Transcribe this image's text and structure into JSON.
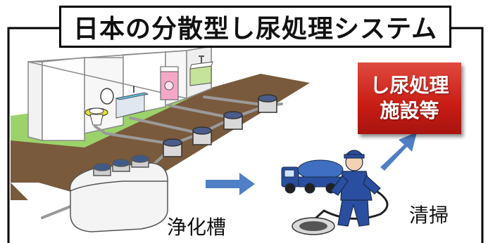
{
  "title": "日本の分散型し尿処理システム",
  "facility": {
    "line1": "し尿処理",
    "line2": "施設等"
  },
  "labels": {
    "septic_tank": "浄化槽",
    "cleaning": "清掃"
  },
  "colors": {
    "facility_red": "#c81c14",
    "arrow_blue": "#4f7fc4",
    "ground_brown": "#7a5a3c",
    "grass_green": "#9bd36a",
    "worker_blue": "#2a4fa0"
  }
}
